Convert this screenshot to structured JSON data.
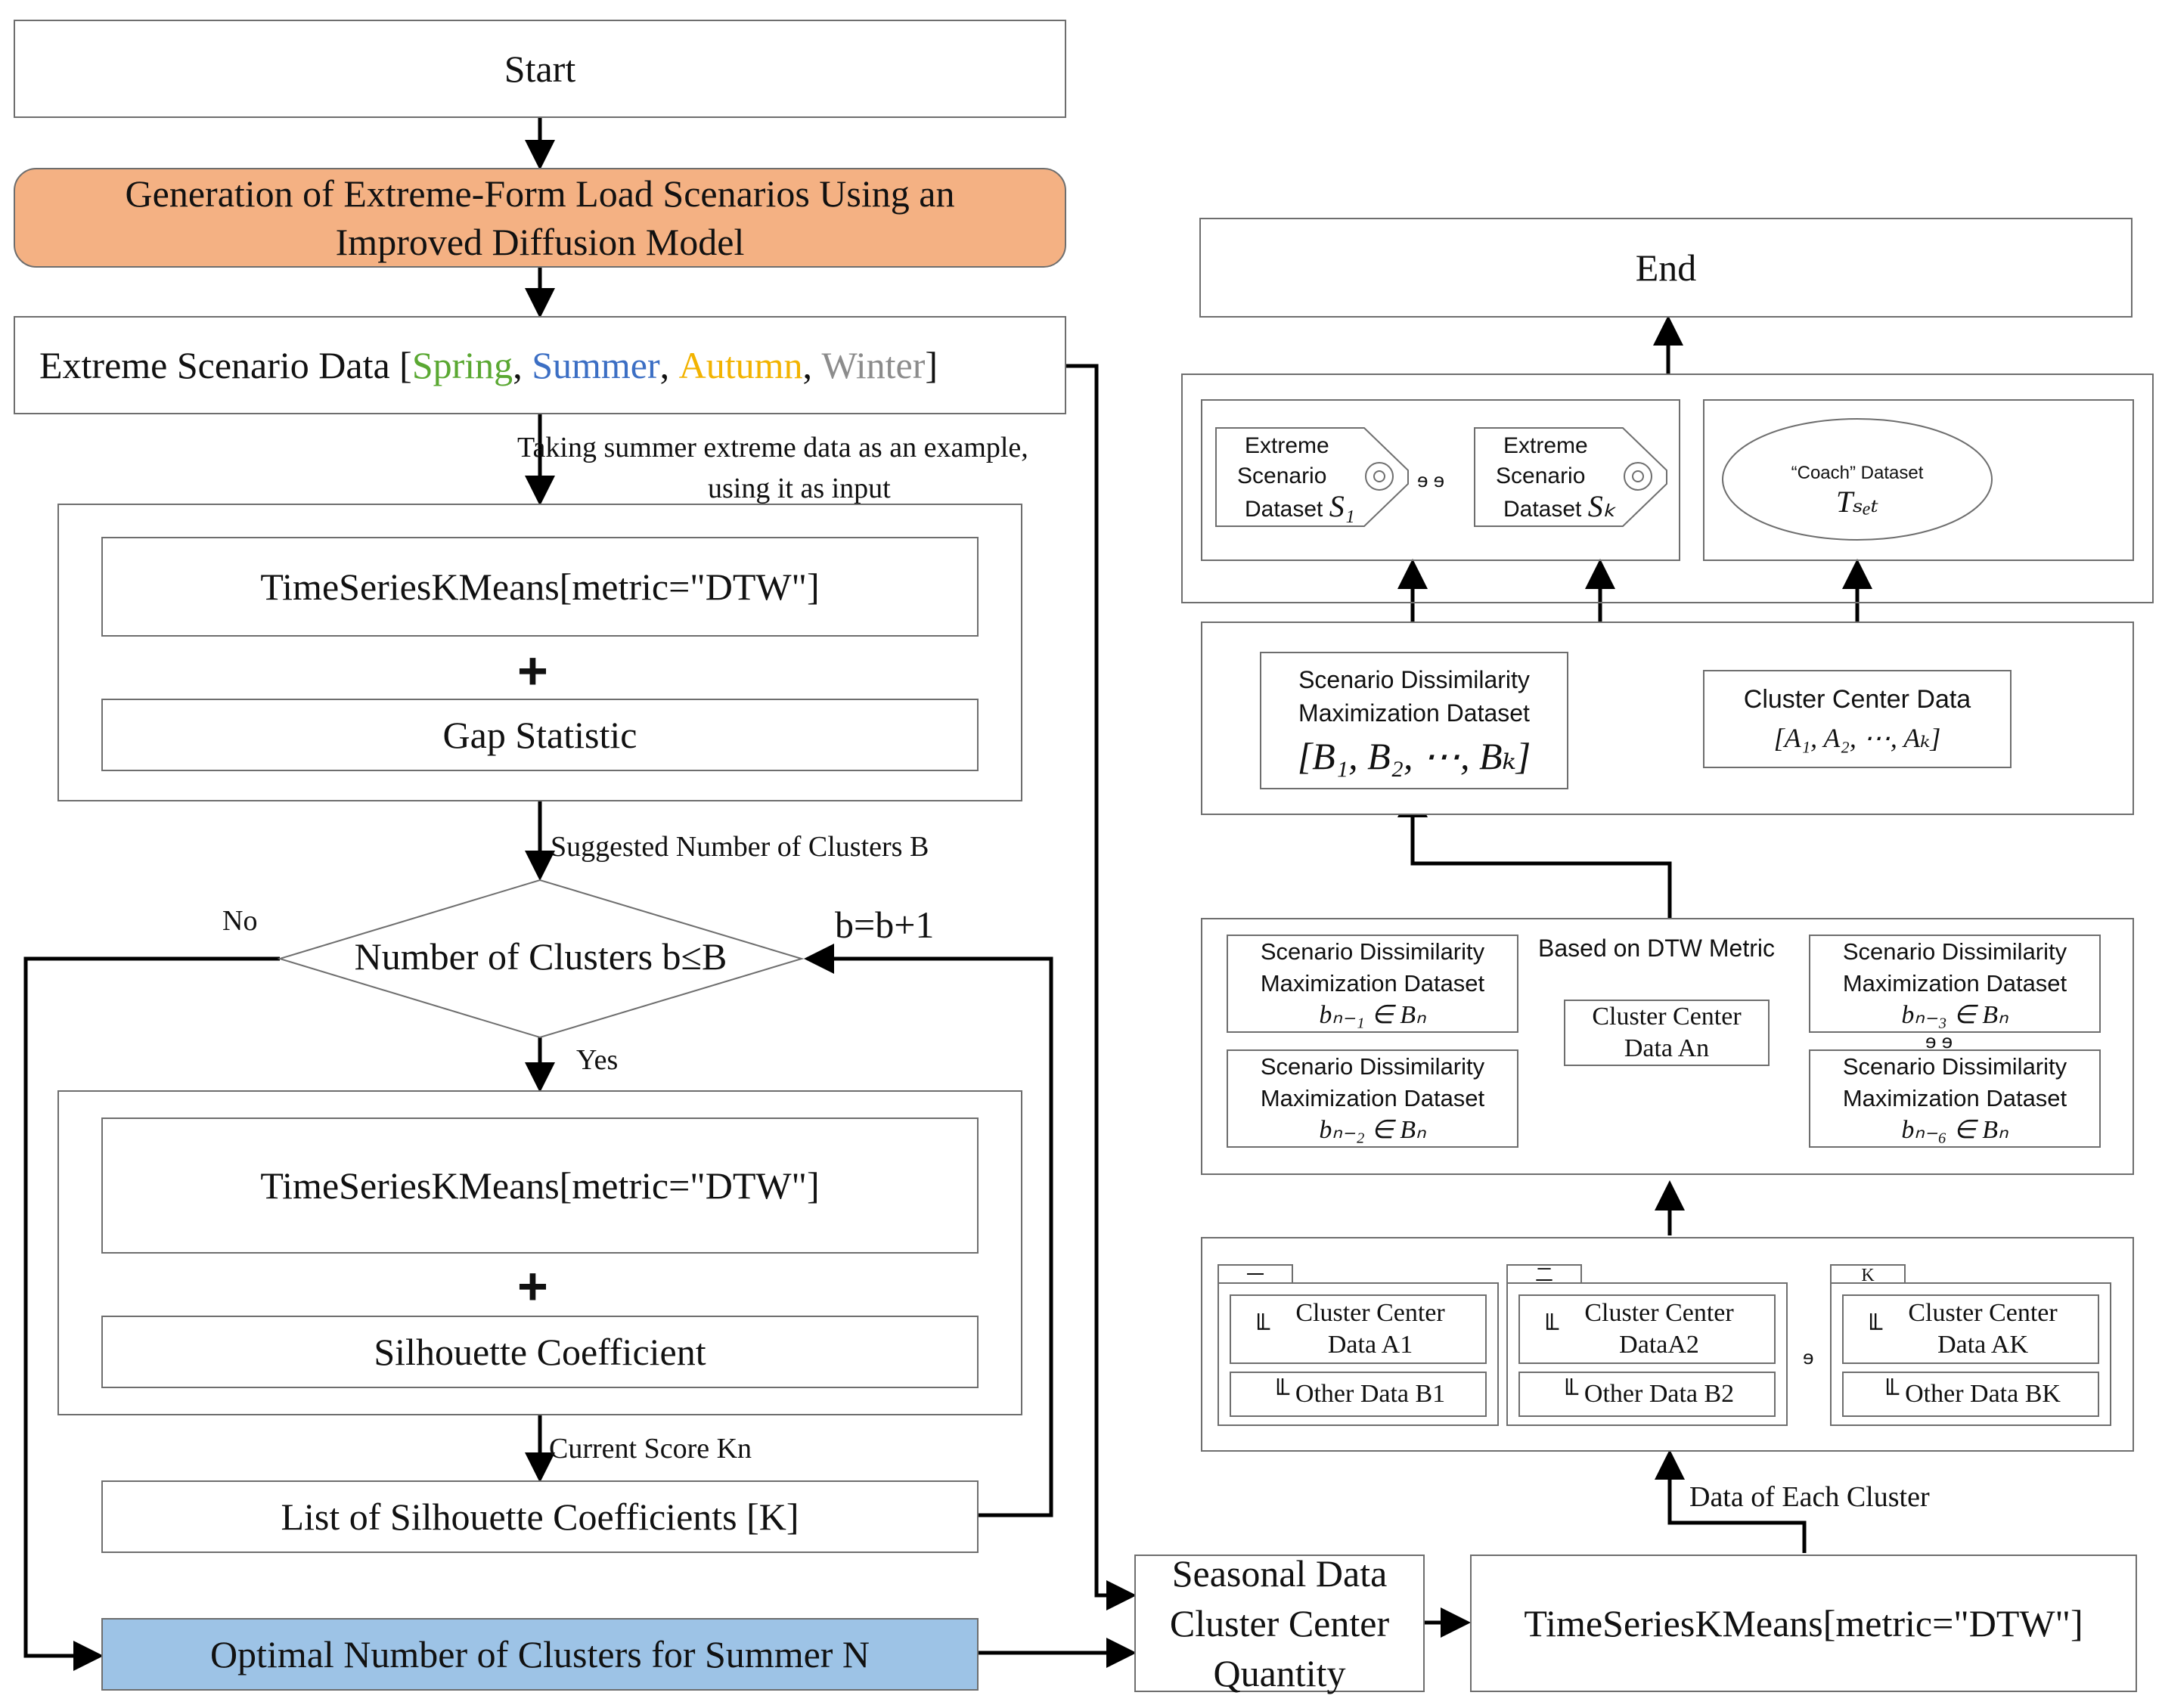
{
  "left": {
    "start": "Start",
    "generation": "Generation of Extreme-Form Load Scenarios Using an Improved Diffusion Model",
    "extreme_data": {
      "prefix": "Extreme Scenario Data [",
      "spring": "Spring",
      "summer": "Summer",
      "autumn": "Autumn",
      "winter": "Winter",
      "comma": ", ",
      "suffix": "]"
    },
    "note_line1": "Taking summer extreme data as an example,",
    "note_line2": "using it as input",
    "group1": {
      "tskm": "TimeSeriesKMeans[metric=\"DTW\"]",
      "plus": "+",
      "gap": "Gap Statistic"
    },
    "suggested": "Suggested Number of Clusters B",
    "decision": "Number of Clusters b≤B",
    "no": "No",
    "yes": "Yes",
    "increment": "b=b+1",
    "group2": {
      "tskm": "TimeSeriesKMeans[metric=\"DTW\"]",
      "plus": "+",
      "silhouette": "Silhouette Coefficient"
    },
    "current_score": "Current Score Kn",
    "list": "List of Silhouette Coefficients [K]",
    "optimal": "Optimal Number of Clusters for Summer N"
  },
  "right": {
    "end": "End",
    "seasonal": "Seasonal Data Cluster Center Quantity",
    "tskm": "TimeSeriesKMeans[metric=\"DTW\"]",
    "data_each": "Data of Each Cluster",
    "clusters": [
      {
        "tab": "一",
        "center": "Cluster Center Data A1",
        "other": "Other Data B1"
      },
      {
        "tab": "二",
        "center": "Cluster Center DataA2",
        "other": "Other Data B2"
      },
      {
        "tab": "K",
        "center": "Cluster Center Data AK",
        "other": "Other Data BK"
      }
    ],
    "cluster_bullet": "╙",
    "cluster_ellipsis": "ɘ",
    "dtw": {
      "title": "Based on DTW Metric",
      "center": "Cluster Center Data An",
      "dataset": "Scenario Dissimilarity Maximization Dataset",
      "subs": [
        "bₙ₋₁ ∈ Bₙ",
        "bₙ₋₃ ∈ Bₙ",
        "bₙ₋₂ ∈ Bₙ",
        "bₙ₋₆ ∈ Bₙ"
      ],
      "ellipsis": "ɘ ɘ"
    },
    "sdm": {
      "title": "Scenario Dissimilarity Maximization Dataset",
      "formula": "[B₁, B₂, ⋯, Bₖ]"
    },
    "ccd": {
      "title": "Cluster Center Data",
      "formula": "[A₁, A₂, ⋯, Aₖ]"
    },
    "top": {
      "s1": {
        "line1": "Extreme",
        "line2": "Scenario",
        "line3": "Dataset",
        "sym": "S₁"
      },
      "sk": {
        "line1": "Extreme",
        "line2": "Scenario",
        "line3": "Dataset",
        "sym": "Sₖ"
      },
      "ellipsis": "ɘ ɘ",
      "coach": {
        "label": "“Coach” Dataset",
        "sym": "Tₛₑₜ"
      }
    }
  },
  "colors": {
    "spring": "#5aa832",
    "summer": "#3c6fc4",
    "autumn": "#f2b300",
    "winter": "#8c8c8c",
    "generation_fill": "#f4b183",
    "optimal_fill": "#9dc3e6",
    "line": "#000000",
    "border": "#6e6e6e"
  }
}
